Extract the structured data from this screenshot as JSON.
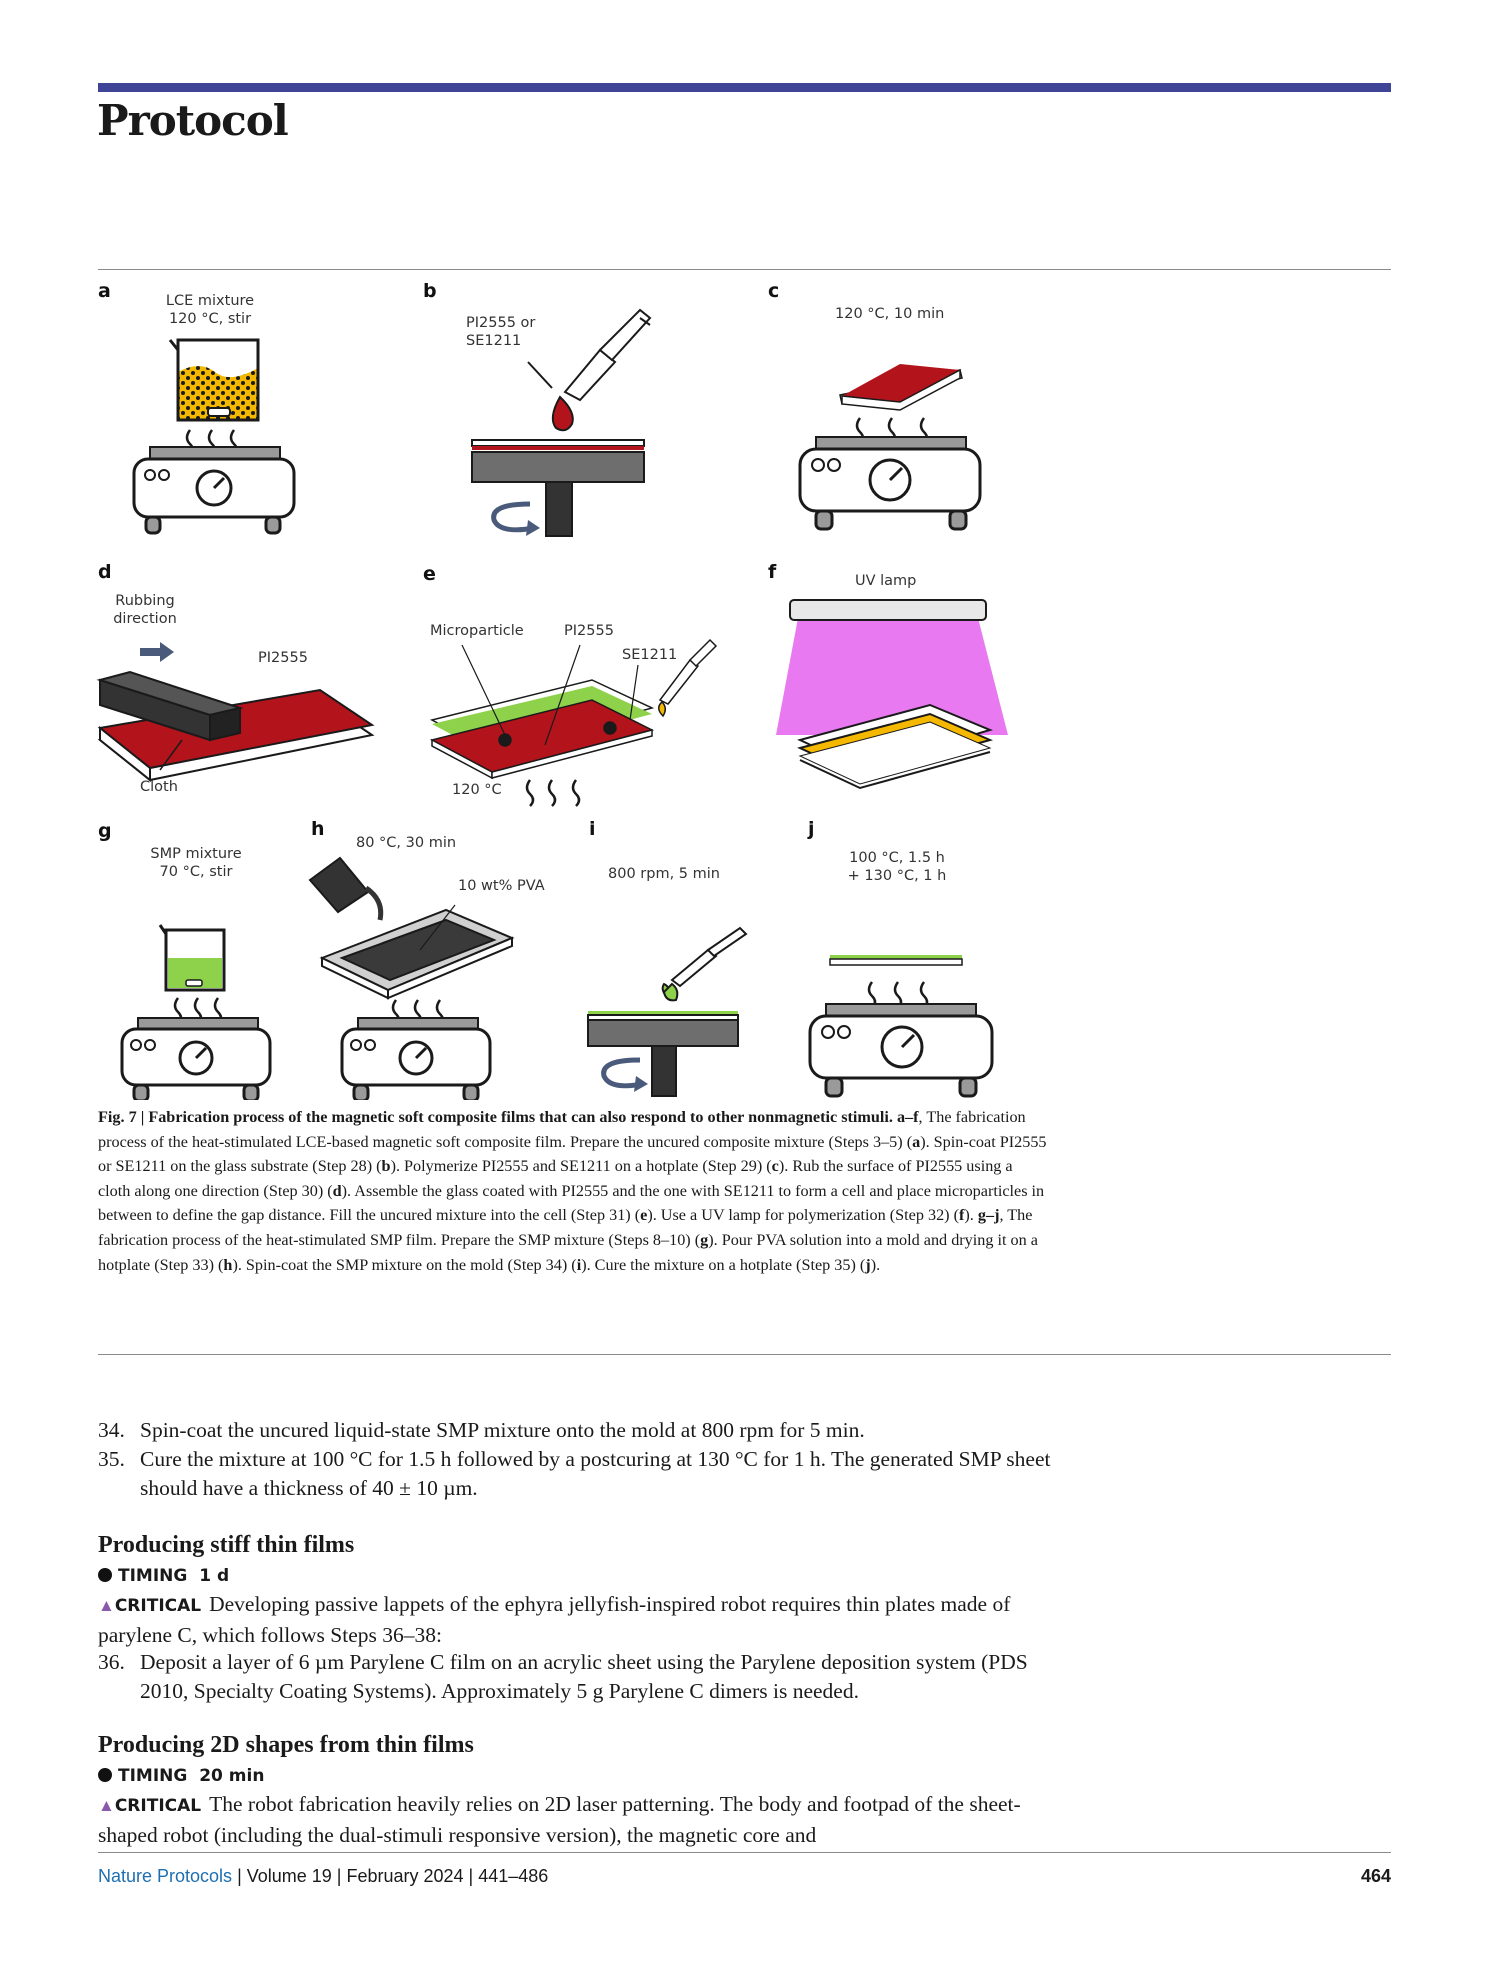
{
  "header": {
    "section": "Protocol"
  },
  "figure": {
    "panels": {
      "a": {
        "letter": "a",
        "label1": "LCE mixture",
        "label2": "120 °C, stir"
      },
      "b": {
        "letter": "b",
        "label1": "PI2555 or",
        "label2": "SE1211"
      },
      "c": {
        "letter": "c",
        "label1": "120 °C, 10 min"
      },
      "d": {
        "letter": "d",
        "label1": "Rubbing",
        "label2": "direction",
        "label3": "PI2555",
        "label4": "Cloth"
      },
      "e": {
        "letter": "e",
        "label1": "Microparticle",
        "label2": "PI2555",
        "label3": "SE1211",
        "label4": "120 °C"
      },
      "f": {
        "letter": "f",
        "label1": "UV lamp"
      },
      "g": {
        "letter": "g",
        "label1": "SMP mixture",
        "label2": "70 °C, stir"
      },
      "h": {
        "letter": "h",
        "label1": "80 °C, 30 min",
        "label2": "10 wt% PVA"
      },
      "i": {
        "letter": "i",
        "label1": "800 rpm, 5 min"
      },
      "j": {
        "letter": "j",
        "label1": "100 °C, 1.5 h",
        "label2": "+ 130 °C, 1 h"
      }
    },
    "caption": {
      "fig_label": "Fig. 7 |",
      "title": "Fabrication process of the magnetic soft composite films that can also respond to other nonmagnetic stimuli.",
      "text": [
        {
          "b": "a–f",
          "t": ", The fabrication process of the heat-stimulated LCE-based magnetic soft composite film. Prepare the uncured composite mixture (Steps 3–5) ("
        },
        {
          "b": "a",
          "t": "). Spin-coat PI2555 or SE1211 on the glass substrate (Step 28) ("
        },
        {
          "b": "b",
          "t": "). Polymerize PI2555 and SE1211 on a hotplate (Step 29) ("
        },
        {
          "b": "c",
          "t": "). Rub the surface of PI2555 using a cloth along one direction (Step 30) ("
        },
        {
          "b": "d",
          "t": "). Assemble the glass coated with PI2555 and the one with SE1211 to form a cell and place microparticles in between to define the gap distance. Fill the uncured mixture into the cell (Step 31) ("
        },
        {
          "b": "e",
          "t": "). Use a UV lamp for polymerization (Step 32) ("
        },
        {
          "b": "f",
          "t": "). "
        },
        {
          "b": "g–j",
          "t": ", The fabrication process of the heat-stimulated SMP film. Prepare the SMP mixture (Steps 8–10) ("
        },
        {
          "b": "g",
          "t": "). Pour PVA solution into a mold and drying it on a hotplate (Step 33) ("
        },
        {
          "b": "h",
          "t": "). Spin-coat the SMP mixture on the mold (Step 34) ("
        },
        {
          "b": "i",
          "t": "). Cure the mixture on a hotplate (Step 35) ("
        },
        {
          "b": "j",
          "t": ")."
        }
      ]
    }
  },
  "steps_top": [
    {
      "num": "34.",
      "text": "Spin-coat the uncured liquid-state SMP mixture onto the mold at 800 rpm for 5 min."
    },
    {
      "num": "35.",
      "text": "Cure the mixture at 100 °C for 1.5 h followed by a postcuring at 130 °C for 1 h. The generated SMP sheet should have a thickness of 40 ± 10 µm."
    }
  ],
  "section1": {
    "heading": "Producing stiff thin films",
    "timing_label": "TIMING",
    "timing_value": "1 d",
    "critical_label": "CRITICAL",
    "critical_text": "Developing passive lappets of the ephyra jellyfish-inspired robot requires thin plates made of parylene C, which follows Steps 36–38:",
    "step_num": "36.",
    "step_text": "Deposit a layer of 6 µm Parylene C film on an acrylic sheet using the Parylene deposition system (PDS 2010, Specialty Coating Systems). Approximately 5 g Parylene C dimers is needed."
  },
  "section2": {
    "heading": "Producing 2D shapes from thin films",
    "timing_label": "TIMING",
    "timing_value": "20 min",
    "critical_label": "CRITICAL",
    "critical_text": "The robot fabrication heavily relies on 2D laser patterning. The body and footpad of the sheet-shaped robot (including the dual-stimuli responsive version), the magnetic core and"
  },
  "footer": {
    "journal": "Nature Protocols",
    "citation": " | Volume 19 | February 2024 | 441–486",
    "page": "464"
  },
  "colors": {
    "accent_bar": "#3f4497",
    "red_film": "#b3141b",
    "lce_yellow": "#f5b800",
    "smp_green": "#8ed14a",
    "uv_pink": "#e879f0",
    "journal_blue": "#1f6fb0"
  }
}
